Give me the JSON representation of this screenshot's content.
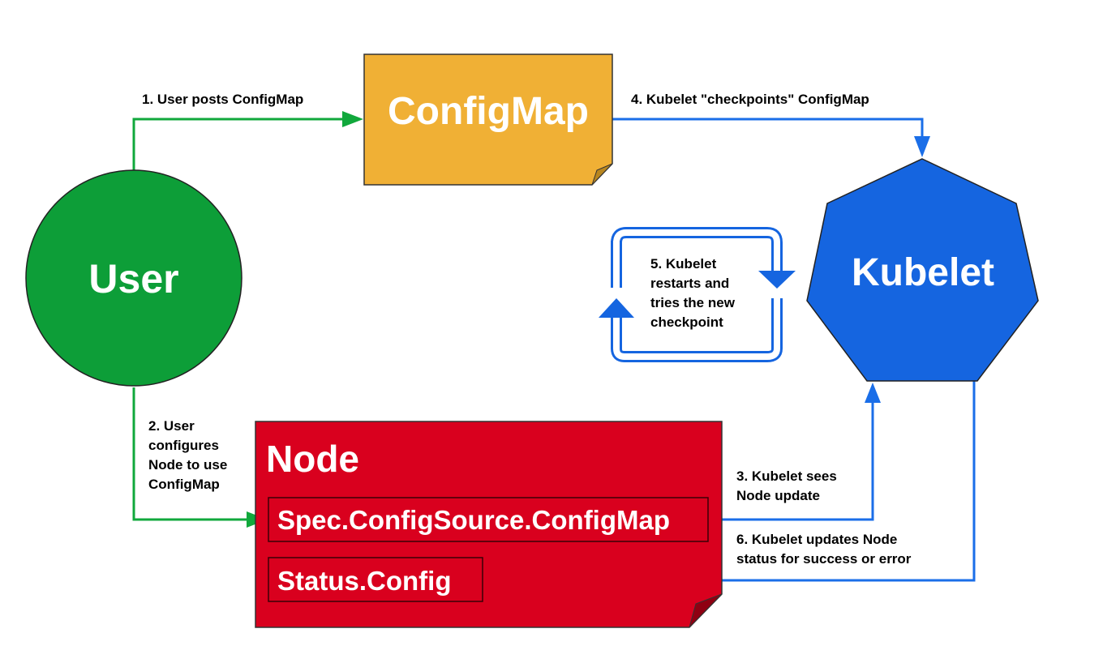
{
  "nodes": {
    "user": {
      "label": "User"
    },
    "configmap": {
      "label": "ConfigMap"
    },
    "kubelet": {
      "label": "Kubelet"
    },
    "node": {
      "label": "Node",
      "fields": {
        "spec": "Spec.ConfigSource.ConfigMap",
        "status": "Status.Config"
      }
    }
  },
  "steps": {
    "step1": [
      "1. User posts ConfigMap"
    ],
    "step2": [
      "2. User",
      "configures",
      "Node to use",
      "ConfigMap"
    ],
    "step3": [
      "3. Kubelet sees",
      "Node update"
    ],
    "step4": [
      "4. Kubelet \"checkpoints\" ConfigMap"
    ],
    "step5": [
      "5. Kubelet",
      "restarts and",
      "tries the new",
      "checkpoint"
    ],
    "step6": [
      "6. Kubelet updates Node",
      "status for success or error"
    ]
  },
  "colors": {
    "user": "#0d9e38",
    "configmap": "#f0b035",
    "kubelet": "#1565e0",
    "node": "#d9001e",
    "green_arrow": "#11a83c",
    "blue_arrow": "#1a6ee8"
  }
}
